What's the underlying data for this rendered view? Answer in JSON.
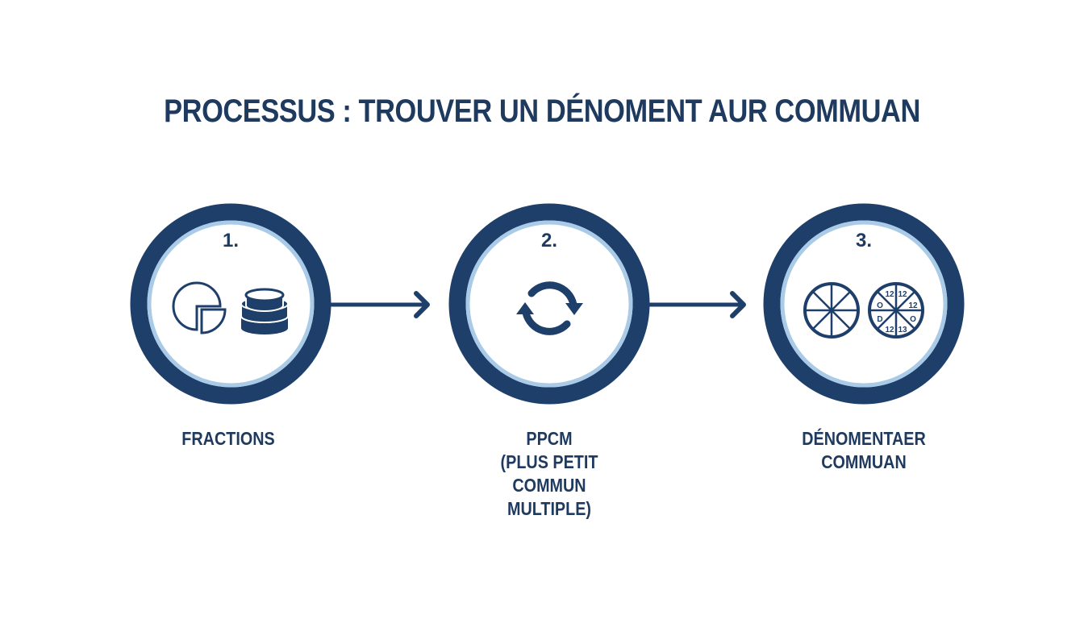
{
  "title": "PROCESSUS : TROUVER UN DÉNOMENT AUR COMMUAN",
  "colors": {
    "primary": "#1f3f6b",
    "ring_light": "#a9cbe8",
    "text": "#1f3a5f",
    "background": "#ffffff"
  },
  "steps": [
    {
      "number": "1.",
      "icons": [
        "pie-chart-icon",
        "stacked-coins-icon"
      ],
      "label_lines": [
        "FRACTIONS"
      ]
    },
    {
      "number": "2.",
      "icons": [
        "refresh-cycle-icon"
      ],
      "label_lines": [
        "PPCM",
        "(PLUS PETIT",
        "COMMUN",
        "MULTIPLE)"
      ]
    },
    {
      "number": "3.",
      "icons": [
        "eight-slice-pie-icon",
        "labeled-eight-slice-pie-icon"
      ],
      "pie_labels": [
        "12",
        "12",
        "12",
        "O",
        "13",
        "12",
        "D",
        "O"
      ],
      "label_lines": [
        "DÉNOMENTAER",
        "COMMUAN"
      ]
    }
  ],
  "connectors": [
    "arrow-right",
    "arrow-right"
  ]
}
